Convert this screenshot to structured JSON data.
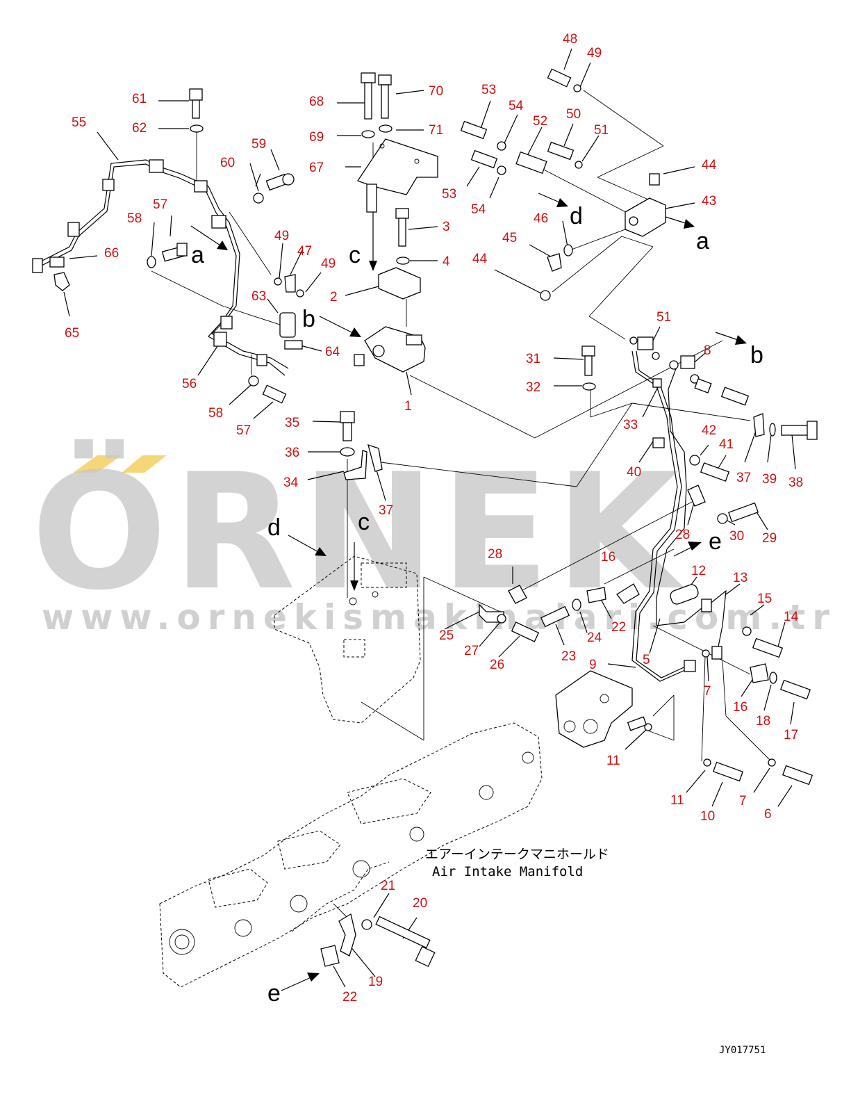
{
  "watermark": {
    "logo": "ÖRNEK",
    "url": "www.ornekismakinalari.com.tr",
    "logo_accent_color": "#f5d77a"
  },
  "caption": {
    "japanese": "エアーインテークマニホールド",
    "english": "Air Intake Manifold"
  },
  "drawing_code": "JY017751",
  "colors": {
    "callout": "#d01010",
    "line": "#000000"
  },
  "callouts": [
    {
      "label": "1"
    },
    {
      "label": "2"
    },
    {
      "label": "3"
    },
    {
      "label": "4"
    },
    {
      "label": "5"
    },
    {
      "label": "5"
    },
    {
      "label": "6"
    },
    {
      "label": "7"
    },
    {
      "label": "7"
    },
    {
      "label": "8"
    },
    {
      "label": "9"
    },
    {
      "label": "10"
    },
    {
      "label": "11"
    },
    {
      "label": "11"
    },
    {
      "label": "12"
    },
    {
      "label": "13"
    },
    {
      "label": "14"
    },
    {
      "label": "15"
    },
    {
      "label": "16"
    },
    {
      "label": "16"
    },
    {
      "label": "17"
    },
    {
      "label": "18"
    },
    {
      "label": "19"
    },
    {
      "label": "20"
    },
    {
      "label": "21"
    },
    {
      "label": "22"
    },
    {
      "label": "22"
    },
    {
      "label": "23"
    },
    {
      "label": "24"
    },
    {
      "label": "25"
    },
    {
      "label": "26"
    },
    {
      "label": "27"
    },
    {
      "label": "28"
    },
    {
      "label": "28"
    },
    {
      "label": "29"
    },
    {
      "label": "30"
    },
    {
      "label": "31"
    },
    {
      "label": "32"
    },
    {
      "label": "33"
    },
    {
      "label": "34"
    },
    {
      "label": "35"
    },
    {
      "label": "36"
    },
    {
      "label": "37"
    },
    {
      "label": "37"
    },
    {
      "label": "38"
    },
    {
      "label": "39"
    },
    {
      "label": "40"
    },
    {
      "label": "41"
    },
    {
      "label": "42"
    },
    {
      "label": "43"
    },
    {
      "label": "44"
    },
    {
      "label": "44"
    },
    {
      "label": "45"
    },
    {
      "label": "46"
    },
    {
      "label": "47"
    },
    {
      "label": "48"
    },
    {
      "label": "49"
    },
    {
      "label": "49"
    },
    {
      "label": "49"
    },
    {
      "label": "50"
    },
    {
      "label": "51"
    },
    {
      "label": "51"
    },
    {
      "label": "52"
    },
    {
      "label": "53"
    },
    {
      "label": "53"
    },
    {
      "label": "54"
    },
    {
      "label": "54"
    },
    {
      "label": "55"
    },
    {
      "label": "56"
    },
    {
      "label": "57"
    },
    {
      "label": "57"
    },
    {
      "label": "58"
    },
    {
      "label": "58"
    },
    {
      "label": "59"
    },
    {
      "label": "60"
    },
    {
      "label": "61"
    },
    {
      "label": "62"
    },
    {
      "label": "63"
    },
    {
      "label": "64"
    },
    {
      "label": "65"
    },
    {
      "label": "66"
    },
    {
      "label": "67"
    },
    {
      "label": "68"
    },
    {
      "label": "69"
    },
    {
      "label": "70"
    },
    {
      "label": "71"
    }
  ],
  "connection_letters": [
    {
      "label": "a"
    },
    {
      "label": "a"
    },
    {
      "label": "b"
    },
    {
      "label": "b"
    },
    {
      "label": "c"
    },
    {
      "label": "c"
    },
    {
      "label": "d"
    },
    {
      "label": "d"
    },
    {
      "label": "e"
    },
    {
      "label": "e"
    }
  ]
}
